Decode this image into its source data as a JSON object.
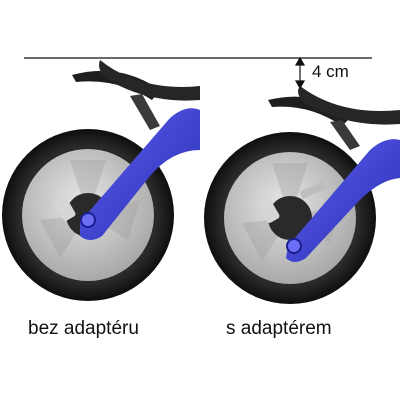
{
  "measurement": {
    "label": "4 cm"
  },
  "panels": {
    "left": {
      "caption": "bez adaptéru"
    },
    "right": {
      "caption": "s adaptérem"
    }
  },
  "colors": {
    "frame": "#3b3fd6",
    "tire": "#1c1c1c",
    "rim": "#c9c9c9",
    "seat": "#222222"
  }
}
